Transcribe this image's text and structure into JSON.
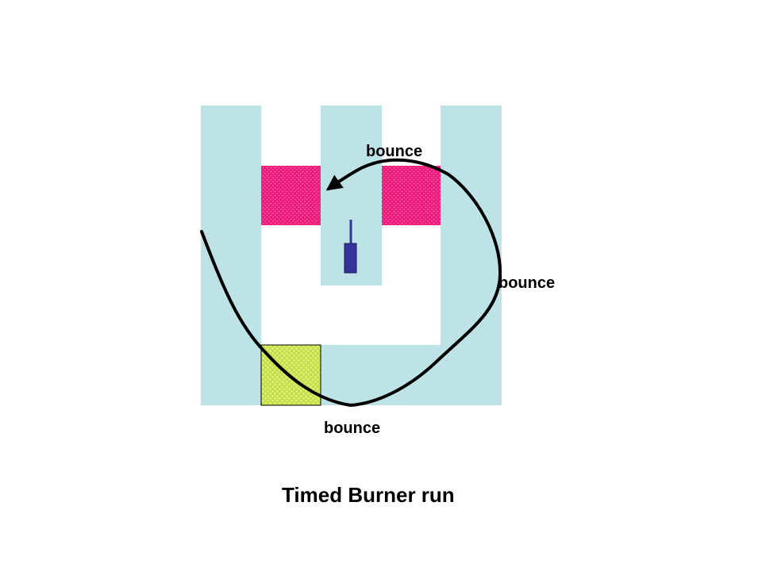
{
  "labels": {
    "top": "bounce",
    "right": "bounce",
    "bottom": "bounce"
  },
  "caption": "Timed Burner run",
  "colors": {
    "wall": "#bde3e6",
    "pink_zone": "#ee1a7b",
    "green_zone": "#c5e045",
    "robot": "#33339b",
    "path": "#000000"
  }
}
